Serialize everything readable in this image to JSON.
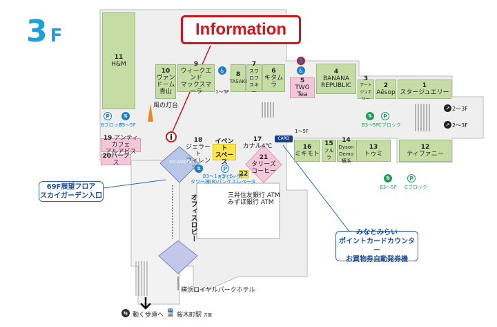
{
  "floor": {
    "number": "3",
    "unit": "F"
  },
  "callouts": {
    "information": "Information",
    "sky_garden": [
      "69F展望フロア",
      "スカイガーデン入口"
    ],
    "point_card": [
      "みなとみらい",
      "ポイントカードカウンター",
      "お買物券自動発券機"
    ]
  },
  "stores": [
    {
      "no": "11",
      "name": "H&M"
    },
    {
      "no": "10",
      "name": "ヴァン\nドーム\n青山"
    },
    {
      "no": "9",
      "name": "ウィークエンド\nマックスマーラ"
    },
    {
      "no": "8",
      "name": "TASAKI"
    },
    {
      "no": "7",
      "name": "スワロフ\nスキー"
    },
    {
      "no": "6",
      "name": "キタムラ"
    },
    {
      "no": "5",
      "name": "TWG Tea"
    },
    {
      "no": "4",
      "name": "BANANA\nREPUBLIC"
    },
    {
      "no": "3",
      "name": "アートジュエリー"
    },
    {
      "no": "2",
      "name": "Aēsop"
    },
    {
      "no": "1",
      "name": "スタージュエリー"
    },
    {
      "no": "12",
      "name": "ティファニー"
    },
    {
      "no": "13",
      "name": "トゥミ"
    },
    {
      "no": "14",
      "name": "Dyson\nDemo 横浜"
    },
    {
      "no": "15",
      "name": "フルラ"
    },
    {
      "no": "16",
      "name": "ミキモト"
    },
    {
      "no": "17",
      "name": "カナル4℃"
    },
    {
      "no": "18",
      "name": "ジェラート\nフィレンツェ"
    },
    {
      "no": "19",
      "name": "アンティカフェ\nアルアビス"
    },
    {
      "no": "20",
      "name": "ハーブス"
    },
    {
      "no": "21",
      "name": "タリーズ\nコーヒー"
    },
    {
      "no": "22",
      "name": ""
    }
  ],
  "labels": {
    "landmark": "風の灯台",
    "event_space": "イベント\nスペース",
    "office_lobby": "オフィスロビー",
    "atm": "三井住友銀行 ATM\nみずほ銀行 ATM",
    "hotel": "横浜ロイヤルパークホテル",
    "moving_walkway": "動く歩道へ",
    "station": "桜木町駅",
    "station_suffix": "方面",
    "card": "CARD",
    "sky_garden_sign": "SKY GARDEN",
    "elevator_tower": "B3〜1・3・5・7F\nタワー棟(B)パンケエレベータ",
    "elev_1_5f": "1〜5F",
    "elev_1_5f_b": "1〜5F",
    "stairs_2_3f_a": "2〜3F",
    "stairs_2_3f_b": "2〜3F",
    "b_block": "Bブロック",
    "b3_5f_a": "B3〜5F",
    "b3_5f_b": "B3〜5F",
    "b3_5f_c": "B3〜5F",
    "c_block_a": "Cブロック",
    "c_block_b": "Cブロック",
    "b_block_2": "Bブロック"
  },
  "colors": {
    "accent": "#1ea0dc",
    "info_red": "#d6121a",
    "store_green": "#c6dca5",
    "store_pink": "#f3c7d7",
    "event_yellow": "#fbe54a",
    "callout_blue": "#2b66b0"
  }
}
